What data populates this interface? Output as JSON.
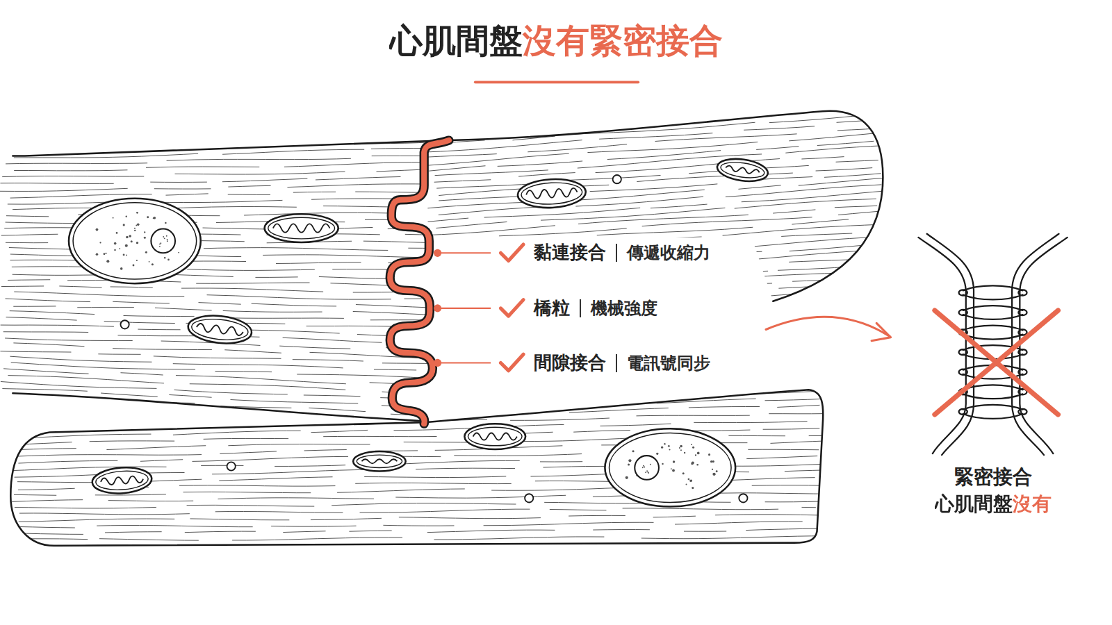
{
  "diagram": {
    "title": "心肌間盤沒有緊密接合",
    "labels": [
      "黏連接合",
      "傳遞收縮力",
      "橋粒",
      "機械強度",
      "間隙接合",
      "電訊號同步",
      "緊密接合",
      "心肌間盤沒有"
    ]
  }
}
